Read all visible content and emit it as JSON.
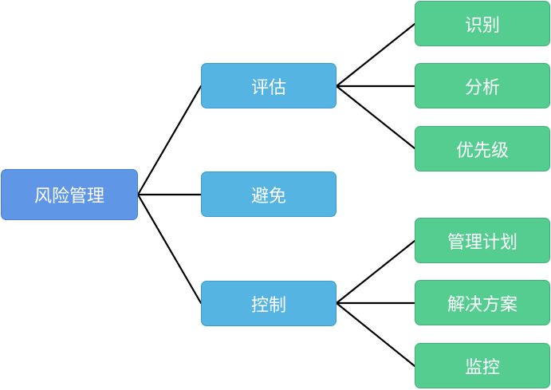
{
  "root": {
    "label": "风险管理"
  },
  "branches": [
    {
      "label": "评估",
      "children": [
        {
          "label": "识别"
        },
        {
          "label": "分析"
        },
        {
          "label": "优先级"
        }
      ]
    },
    {
      "label": "避免",
      "children": []
    },
    {
      "label": "控制",
      "children": [
        {
          "label": "管理计划"
        },
        {
          "label": "解决方案"
        },
        {
          "label": "监控"
        }
      ]
    }
  ],
  "colors": {
    "root_fill": "#6096e6",
    "level1_fill": "#56b4e3",
    "level2_fill": "#55cc90",
    "text": "#ffffff",
    "connector": "#000000"
  }
}
